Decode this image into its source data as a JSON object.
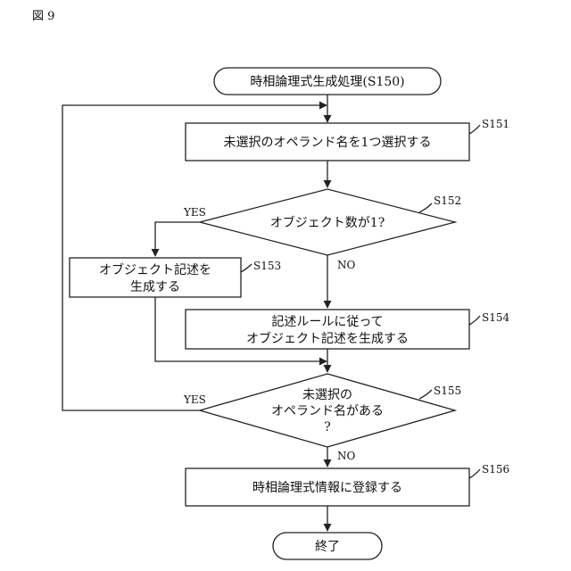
{
  "figure_label": "図 9",
  "start": "時相論理式生成処理(S150)",
  "steps": {
    "s151": {
      "id": "S151",
      "text": "未選択のオペランド名を1つ選択する"
    },
    "s152": {
      "id": "S152",
      "text": "オブジェクト数が1?"
    },
    "s153": {
      "id": "S153",
      "line1": "オブジェクト記述を",
      "line2": "生成する"
    },
    "s154": {
      "id": "S154",
      "line1": "記述ルールに従って",
      "line2": "オブジェクト記述を生成する"
    },
    "s155": {
      "id": "S155",
      "line1": "未選択の",
      "line2": "オペランド名がある",
      "line3": "?"
    },
    "s156": {
      "id": "S156",
      "text": "時相論理式情報に登録する"
    }
  },
  "branches": {
    "yes_152": "YES",
    "no_152": "NO",
    "yes_155": "YES",
    "no_155": "NO"
  },
  "end": "終了"
}
